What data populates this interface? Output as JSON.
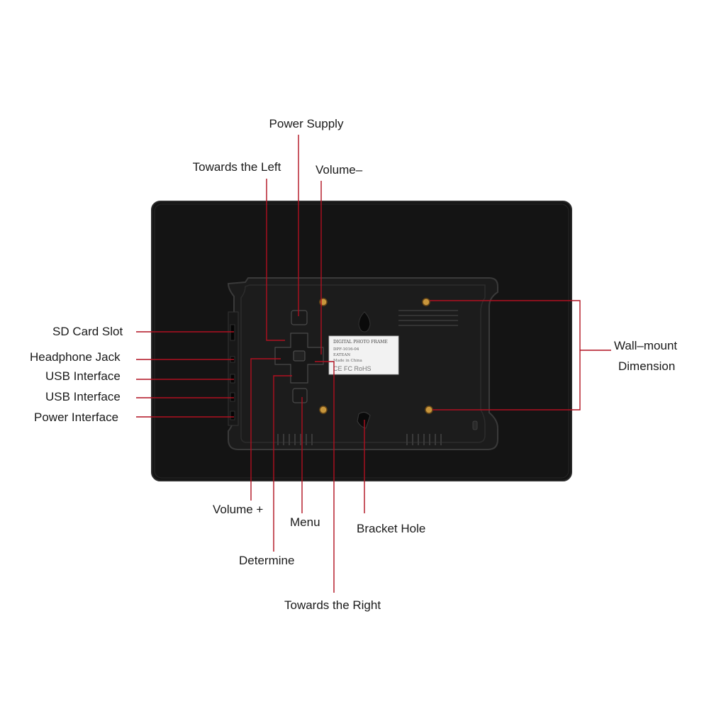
{
  "colors": {
    "leader_line": "#b01020",
    "frame_body": "#141414",
    "back_panel": "#1c1c1c",
    "screw": "#c8963c",
    "sticker": "#f2f2f2"
  },
  "labels": {
    "power_supply": "Power Supply",
    "towards_left": "Towards the Left",
    "volume_minus": "Volume–",
    "sd_card_slot": "SD Card Slot",
    "headphone_jack": "Headphone Jack",
    "usb_interface_1": "USB Interface",
    "usb_interface_2": "USB Interface",
    "power_interface": "Power Interface",
    "wall_mount_line1": "Wall–mount",
    "wall_mount_line2": "Dimension",
    "volume_plus": "Volume +",
    "menu": "Menu",
    "bracket_hole": "Bracket Hole",
    "determine": "Determine",
    "towards_right": "Towards the Right"
  },
  "sticker": {
    "title": "DIGITAL PHOTO FRAME",
    "model": "DPF-1016-04",
    "brand": "EATEAN",
    "origin": "Made in China",
    "marks": "CE FC RoHS"
  }
}
